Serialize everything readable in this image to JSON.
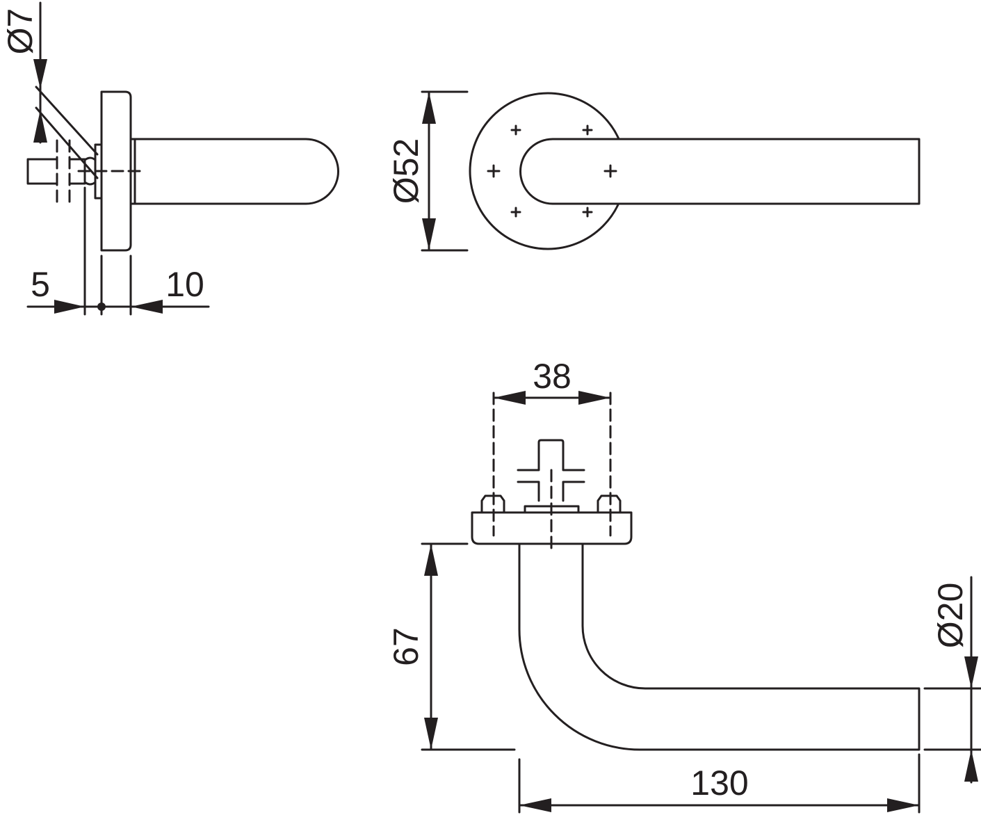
{
  "drawing": {
    "dimensions": {
      "spindle_diameter": "Ø7",
      "spindle_offset": "5",
      "rose_thickness": "10",
      "rose_diameter": "Ø52",
      "screw_spacing": "38",
      "projection": "67",
      "handle_length": "130",
      "grip_diameter": "Ø20"
    },
    "line_color": "#231f20"
  }
}
